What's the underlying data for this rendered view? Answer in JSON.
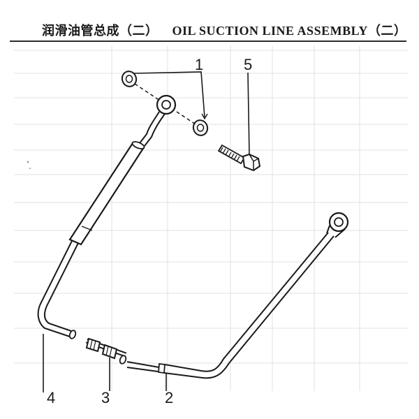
{
  "header": {
    "title_cn": "润滑油管总成（二）",
    "title_en": "OIL SUCTION LINE ASSEMBLY",
    "title_suffix": "（二）"
  },
  "callouts": {
    "washer": "1",
    "oil_line": "2",
    "connector": "3",
    "suction_pipe": "4",
    "bolt": "5"
  }
}
